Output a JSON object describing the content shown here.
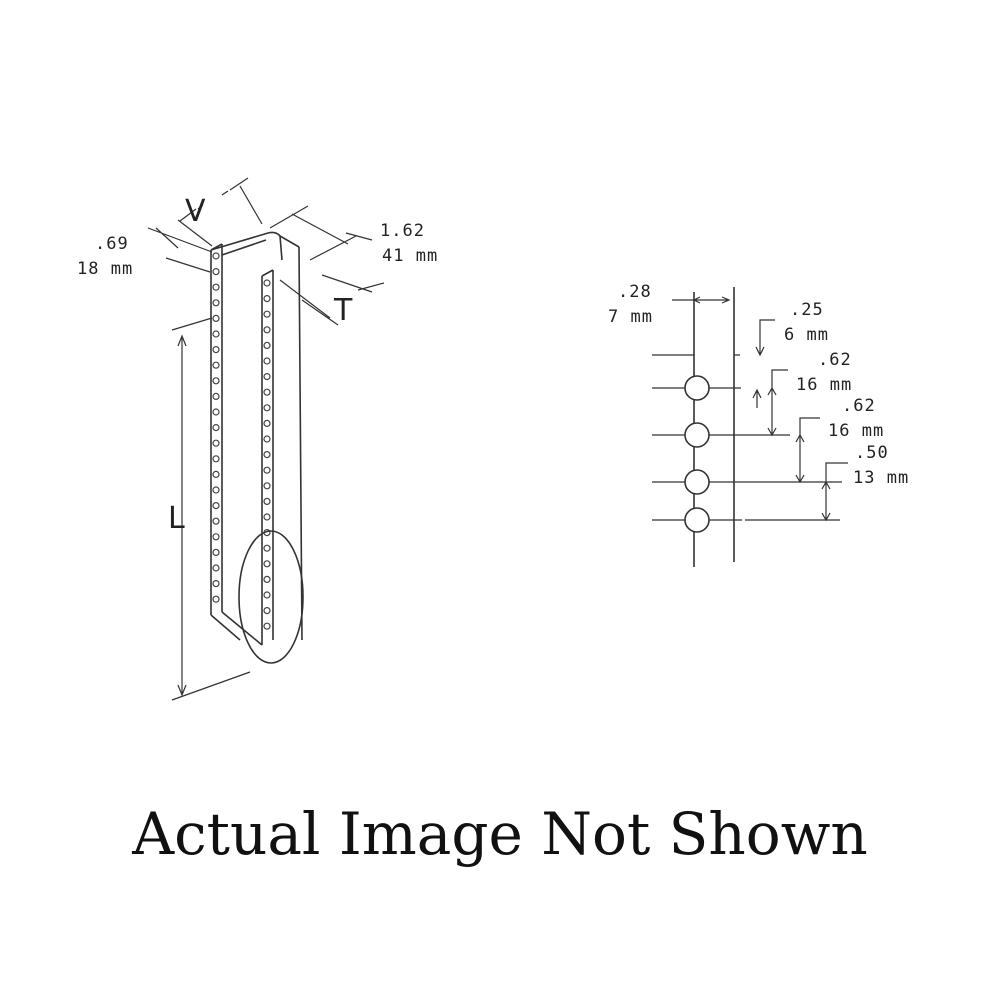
{
  "caption": "Actual Image Not Shown",
  "left_view": {
    "dim_depth": {
      "value": ".69",
      "metric": "18 mm"
    },
    "dim_width": {
      "value": "1.62",
      "metric": "41 mm"
    },
    "label_v": "V",
    "label_t": "T",
    "label_l": "L"
  },
  "detail_view": {
    "dim_edge": {
      "value": ".28",
      "metric": "7 mm"
    },
    "dim_first": {
      "value": ".25",
      "metric": "6 mm"
    },
    "dim_pitch_1": {
      "value": ".62",
      "metric": "16 mm"
    },
    "dim_pitch_2": {
      "value": ".62",
      "metric": "16 mm"
    },
    "dim_last": {
      "value": ".50",
      "metric": "13 mm"
    }
  },
  "colors": {
    "line": "#333333",
    "text": "#222222",
    "background": "#ffffff"
  }
}
